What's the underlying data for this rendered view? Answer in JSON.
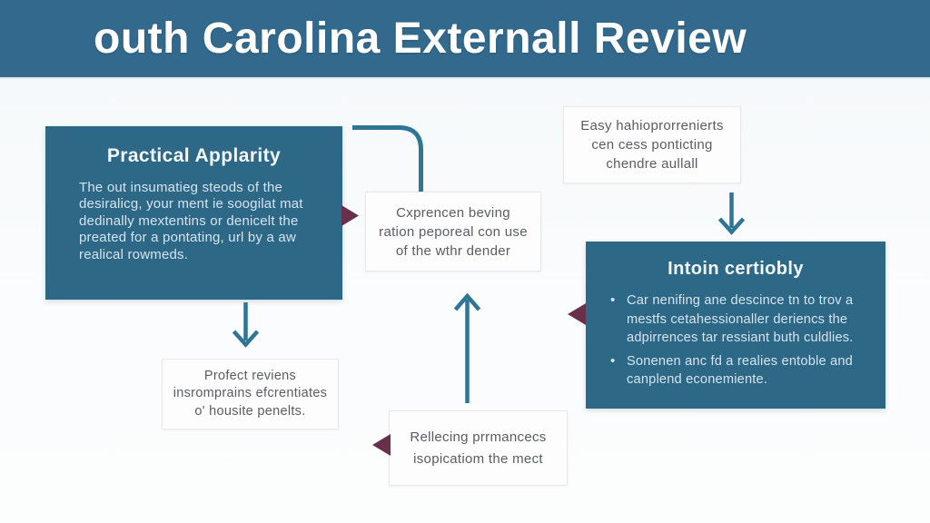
{
  "colors": {
    "header_teal": "#32698c",
    "box_teal": "#2e6887",
    "arrow_teal": "#2f7596",
    "arrow_maroon": "#68304a",
    "card_bg": "#fdfdfd",
    "card_border": "#e9e9e9",
    "card_text": "#585d63",
    "box_text": "#d4e4ee"
  },
  "header": {
    "title": "outh Carolina Externall Review"
  },
  "left_box": {
    "title": "Practical Applarity",
    "body_lines": [
      "The out insumatieg steods of the",
      "desiralicg, your ment ie soogilat mat",
      "dedinally mextentins or denicelt the",
      "preated for a pontating, url by a aw",
      "realical rowmeds."
    ]
  },
  "mid_card": {
    "lines": [
      "Cxprencen beving",
      "ration peporeal con use",
      "of the wthr dender"
    ]
  },
  "top_right_card": {
    "lines": [
      "Easy hahioprorrenierts",
      "cen cess ponticting",
      "chendre aullall"
    ]
  },
  "right_box": {
    "title": "Intoin certiobly",
    "bullets": [
      "Car nenifing ane descince tn to trov a mestfs cetahessionaller deriencs the adpirrences tar ressiant buth culdlies.",
      "Sonenen anc fd a realies entoble and canplend econemiente."
    ]
  },
  "bottom_left_card": {
    "lines": [
      "Profect reviens",
      "insromprains efcrentiates",
      "o' housite penelts."
    ]
  },
  "bottom_mid_card": {
    "lines": [
      "Rellecing prrmancecs",
      "isopicatiom the mect"
    ]
  }
}
